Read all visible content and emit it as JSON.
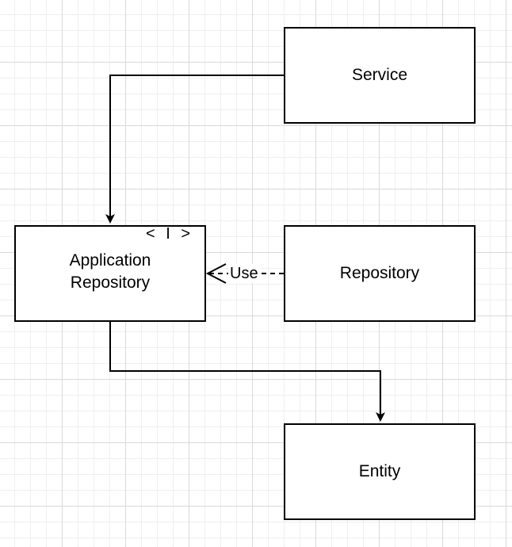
{
  "nodes": {
    "service": {
      "label": "Service"
    },
    "application_repository": {
      "label": "Application\nRepository",
      "stereotype": "< I >"
    },
    "repository": {
      "label": "Repository"
    },
    "entity": {
      "label": "Entity"
    }
  },
  "edges": {
    "repository_to_application_repository": {
      "label": "Use",
      "style": "dashed",
      "arrow": "open"
    },
    "service_to_application_repository": {
      "style": "solid",
      "arrow": "filled"
    },
    "application_repository_to_entity": {
      "style": "solid",
      "arrow": "filled"
    }
  },
  "colors": {
    "stroke": "#000000",
    "background": "#ffffff",
    "grid": "#d9d9d9"
  }
}
